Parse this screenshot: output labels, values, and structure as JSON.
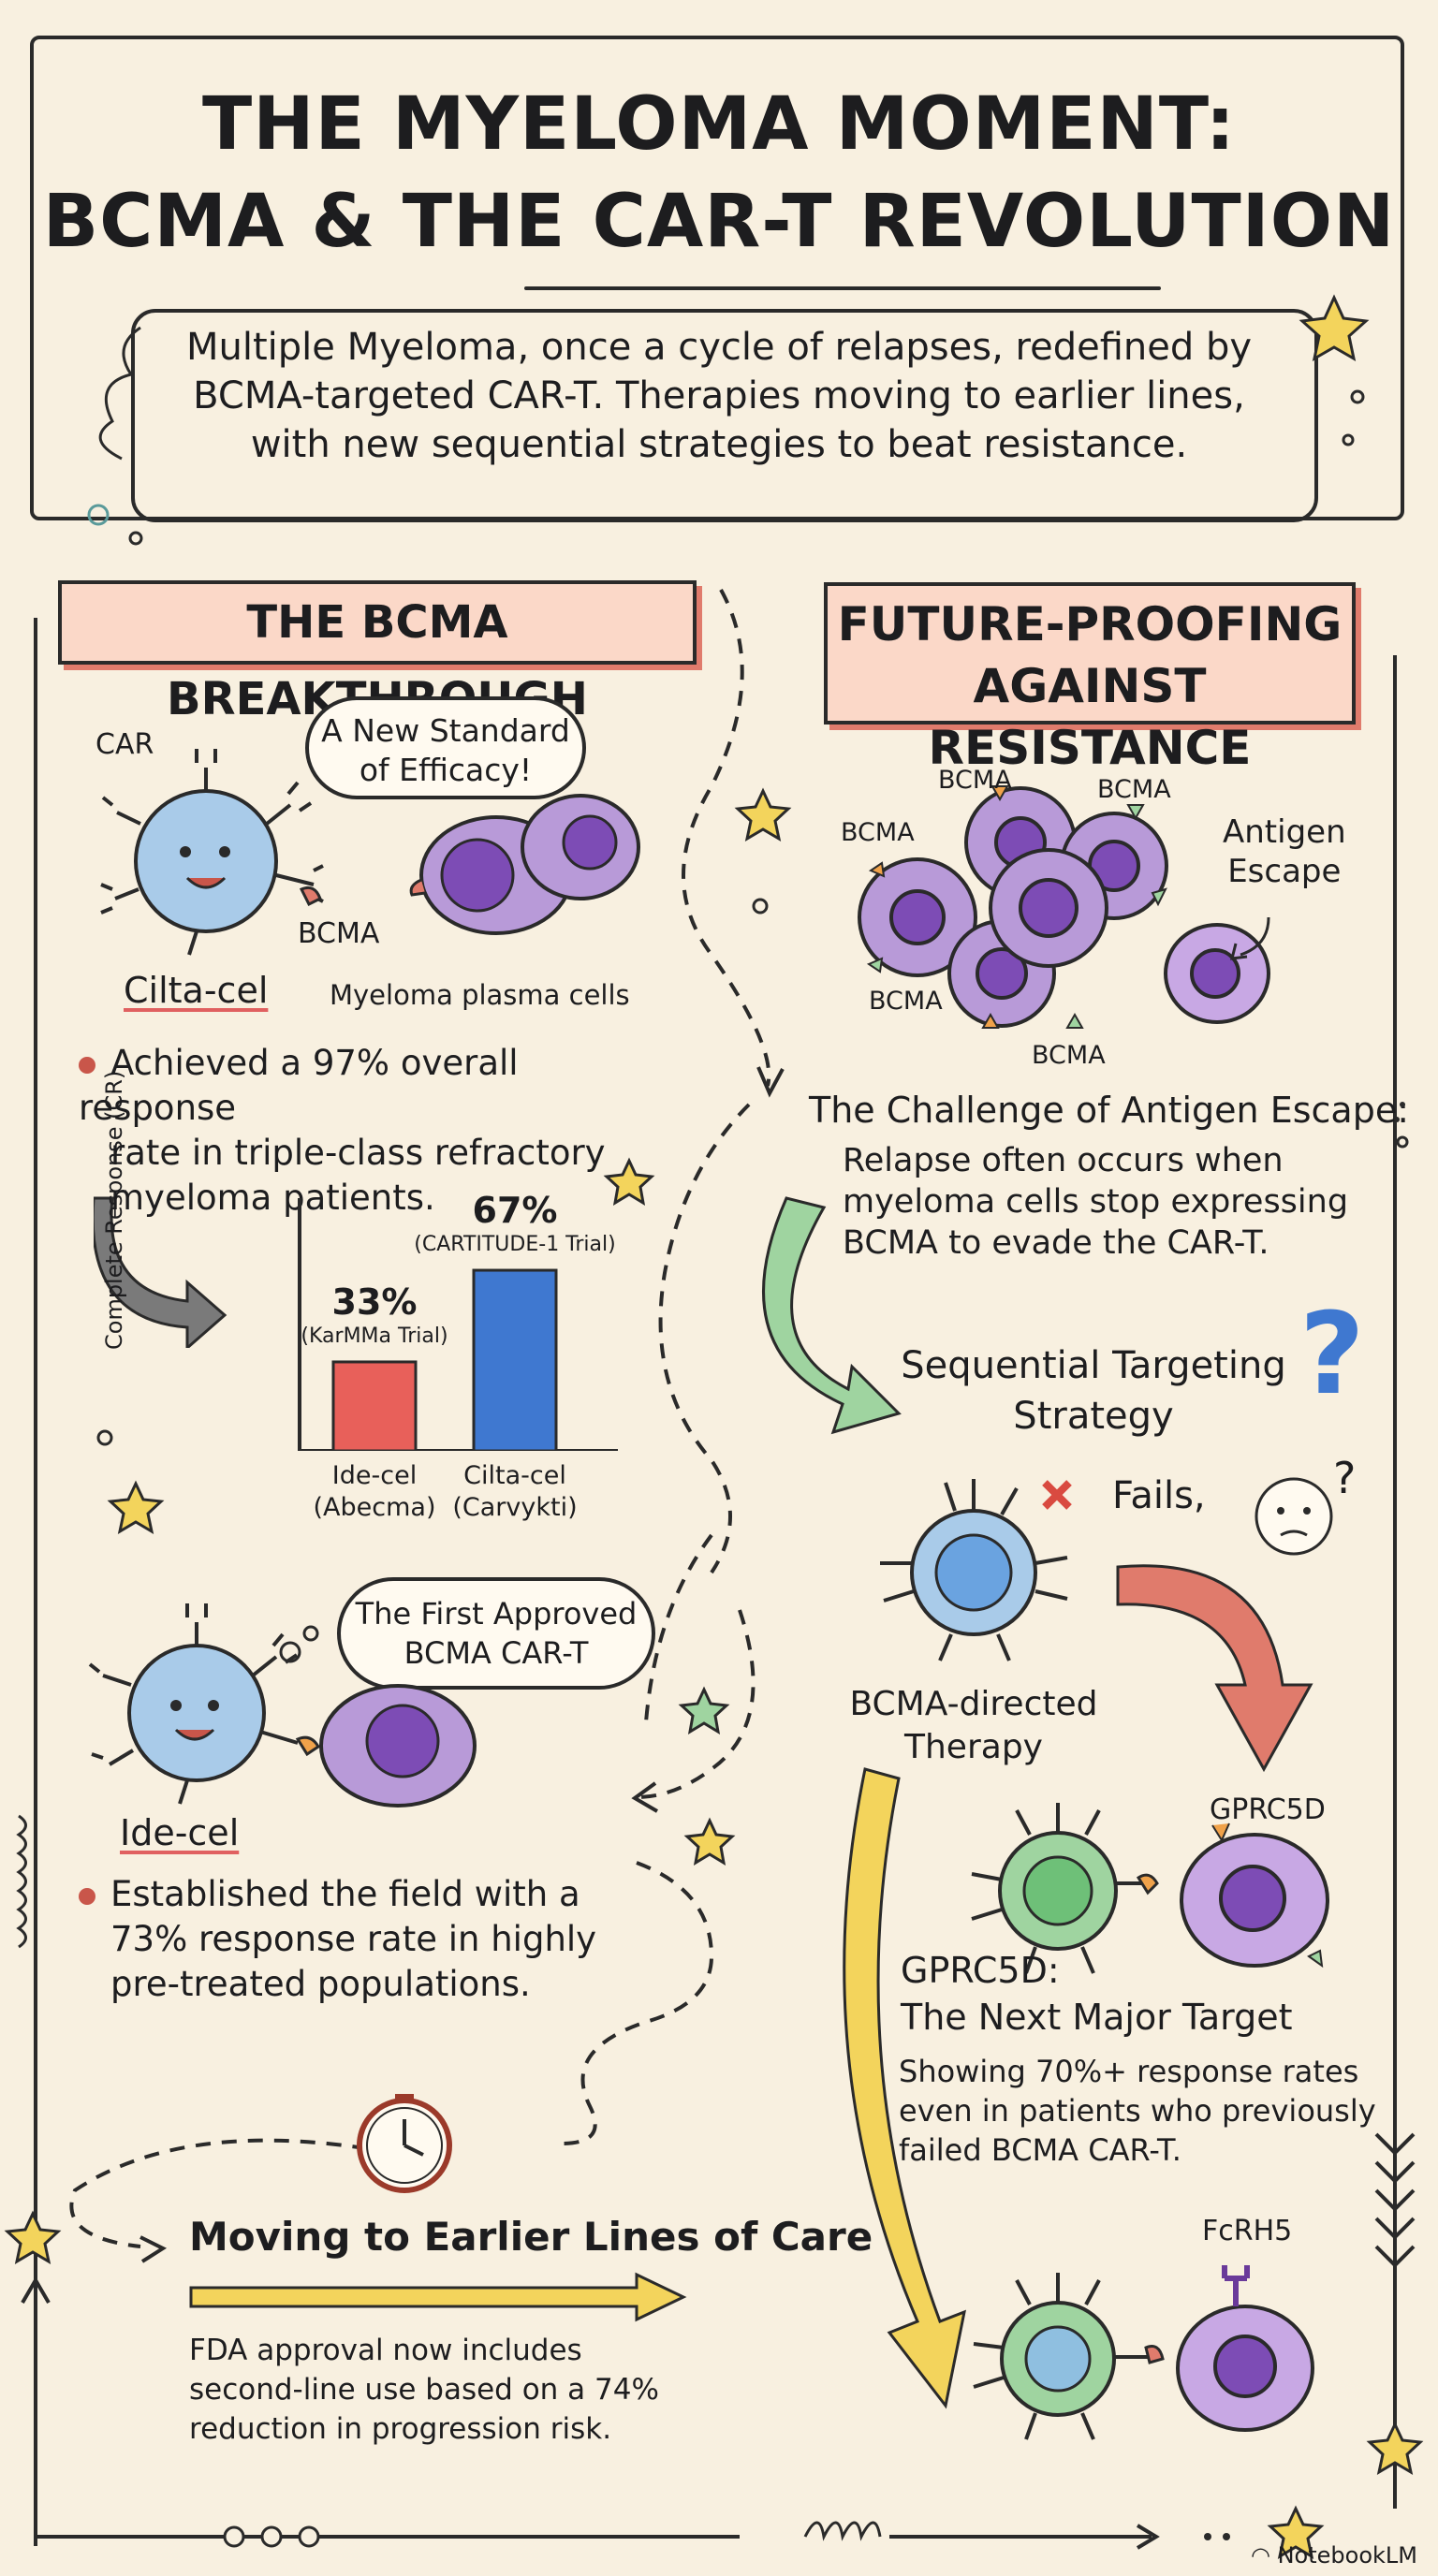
{
  "header": {
    "title_line1": "THE MYELOMA MOMENT:",
    "title_line2": "BCMA & THE CAR-T REVOLUTION",
    "intro": [
      "Multiple Myeloma, once a cycle of relapses, redefined by",
      "BCMA-targeted CAR-T. Therapies moving to earlier lines,",
      "with new sequential strategies to beat resistance."
    ]
  },
  "left": {
    "heading": "THE BCMA BREAKTHROUGH",
    "cilta": {
      "car_label": "CAR",
      "bubble": [
        "A New Standard",
        "of Efficacy!"
      ],
      "bcma_label": "BCMA",
      "name": "Cilta-cel",
      "cells_label": "Myeloma plasma cells",
      "bullet": [
        "Achieved a 97% overall response",
        "rate in triple-class refractory",
        "myeloma patients."
      ]
    },
    "ide": {
      "bubble": [
        "The First Approved",
        "BCMA CAR-T"
      ],
      "name": "Ide-cel",
      "bullet": [
        "Established the field with a",
        "73% response rate in highly",
        "pre-treated populations."
      ]
    },
    "earlier": {
      "title": "Moving to Earlier Lines of Care",
      "body": [
        "FDA approval now includes",
        "second-line use based on a 74%",
        "reduction in progression risk."
      ]
    }
  },
  "chart_data": {
    "type": "bar",
    "ylabel": "Complete Response (CR)",
    "categories": [
      "Ide-cel (Abecma)",
      "Cilta-cel (Carvykti)"
    ],
    "category_lines": [
      [
        "Ide-cel",
        "(Abecma)"
      ],
      [
        "Cilta-cel",
        "(Carvykti)"
      ]
    ],
    "values": [
      33,
      67
    ],
    "value_labels": [
      "33%",
      "67%"
    ],
    "trial_labels": [
      "(KarMMa Trial)",
      "(CARTITUDE-1 Trial)"
    ],
    "colors": [
      "#e8605a",
      "#3f78d0"
    ],
    "ylim": [
      0,
      100
    ]
  },
  "right": {
    "heading": [
      "FUTURE-PROOFING",
      "AGAINST RESISTANCE"
    ],
    "cluster_labels": [
      "BCMA",
      "BCMA",
      "BCMA",
      "BCMA",
      "BCMA"
    ],
    "escape_label": [
      "Antigen",
      "Escape"
    ],
    "challenge_title": "The Challenge of Antigen Escape:",
    "challenge_body": [
      "Relapse often occurs when",
      "myeloma cells stop expressing",
      "BCMA to evade the CAR-T."
    ],
    "sequential": [
      "Sequential Targeting",
      "Strategy"
    ],
    "fails": "Fails",
    "bcma_therapy": [
      "BCMA-directed",
      "Therapy"
    ],
    "gprc5d_label": "GPRC5D",
    "gprc5d_title": [
      "GPRC5D:",
      "The Next Major Target"
    ],
    "gprc5d_body": [
      "Showing 70%+ response rates",
      "even in patients who previously",
      "failed BCMA CAR-T."
    ],
    "fcrh5_label": "FcRH5"
  },
  "footer": {
    "brand": "NotebookLM"
  },
  "colors": {
    "background": "#f8f0e0",
    "header_fill": "#fbd8c8",
    "accent_red": "#e07b6c",
    "myeloma_purple": "#9b6bc9",
    "car_t_blue": "#a9cbe9",
    "car_t_green": "#9fd4a0",
    "arrow_yellow": "#f3d45c"
  }
}
